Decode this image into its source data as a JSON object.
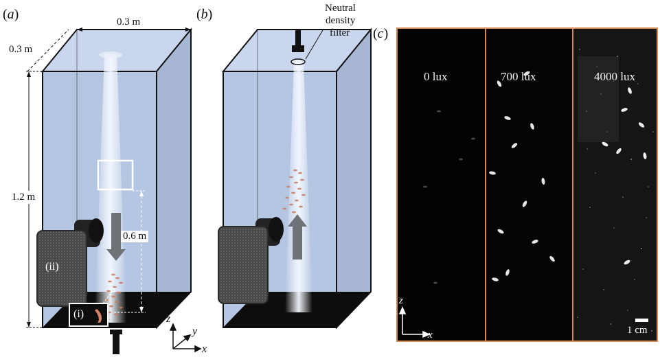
{
  "panel_a": {
    "label": "a",
    "dims": {
      "width": "0.3 m",
      "depth": "0.3 m",
      "height": "1.2 m",
      "distance": "0.6 m"
    },
    "callouts": {
      "cluster": "(i)",
      "camera": "(ii)"
    }
  },
  "panel_b": {
    "label": "b",
    "filter_label_line1": "Neutral",
    "filter_label_line2": "density",
    "filter_label_line3": "filter"
  },
  "panel_c": {
    "label": "c",
    "columns": [
      "0 lux",
      "700 lux",
      "4000 lux"
    ],
    "scale_bar": "1 cm",
    "axes": {
      "vertical": "z",
      "horizontal": "x"
    }
  },
  "axes_3d": {
    "z": "z",
    "y": "y",
    "x": "x"
  },
  "colors": {
    "tank": "#b5c6e3",
    "frame": "#111111",
    "beam": "#eaf2fb",
    "arrow": "#6f7378",
    "accent": "#d9884e",
    "fish": "#c97b5e"
  }
}
